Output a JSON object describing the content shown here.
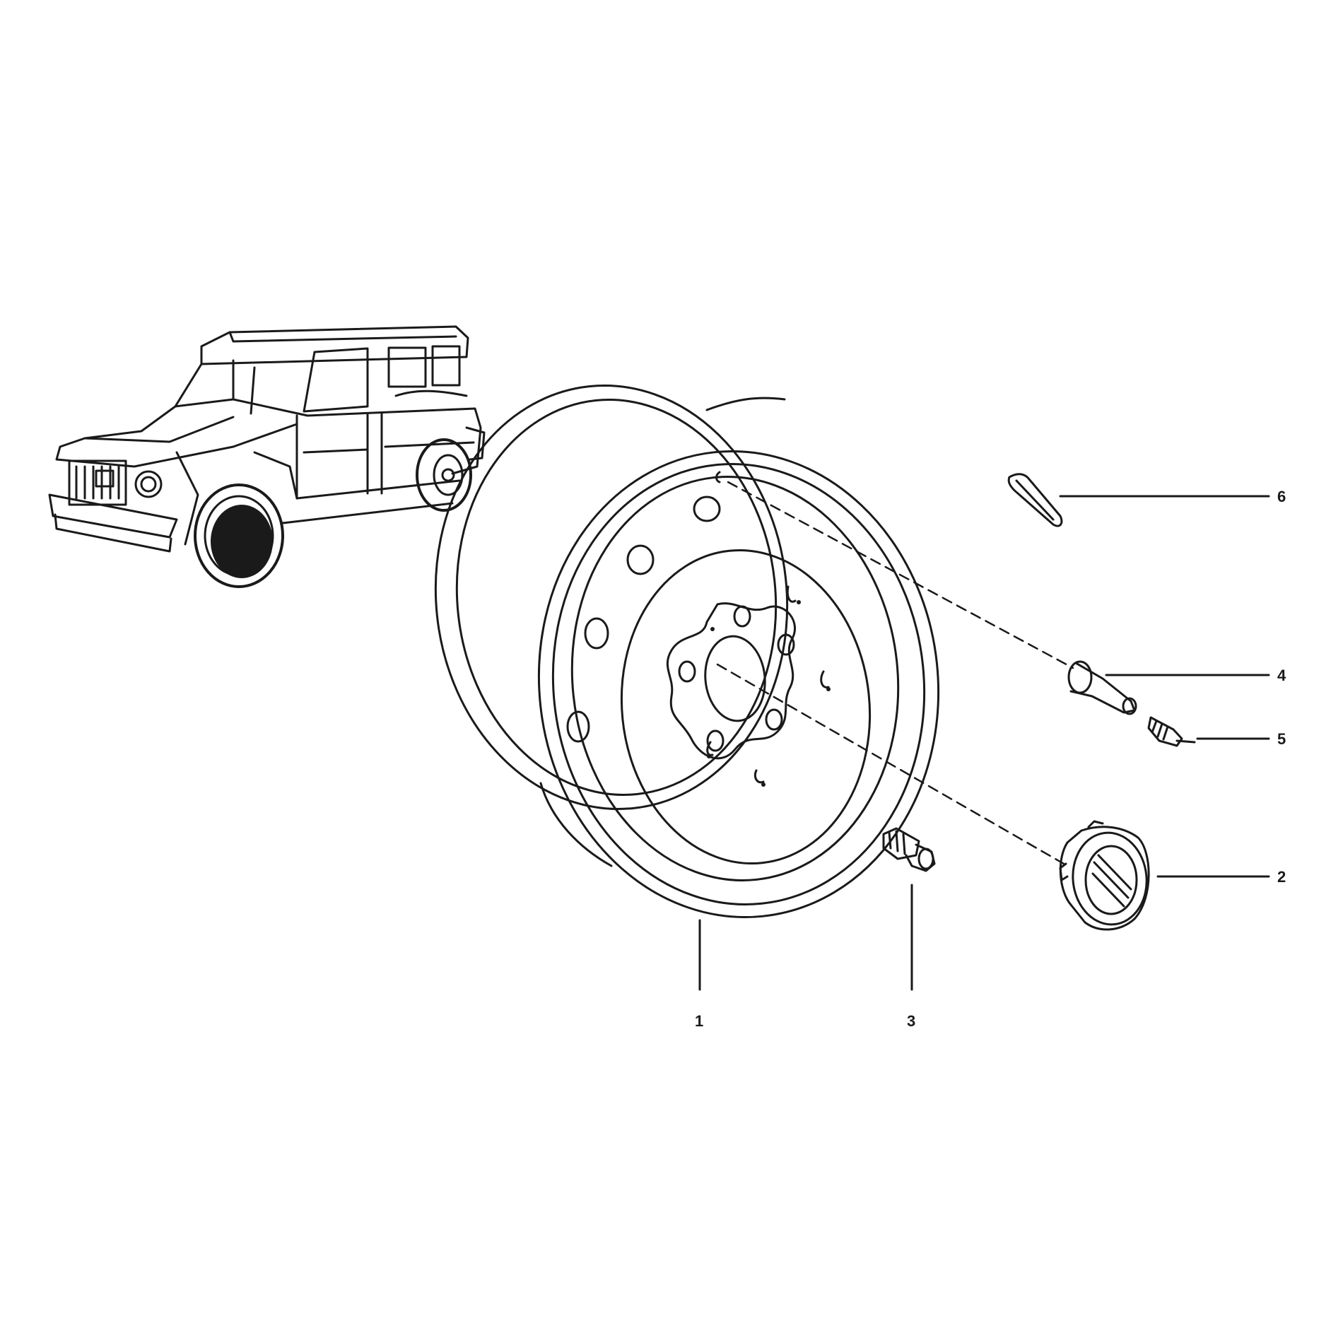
{
  "callouts": [
    {
      "label": "1",
      "part": "wheel-rim"
    },
    {
      "label": "2",
      "part": "hub-cap"
    },
    {
      "label": "3",
      "part": "wheel-bolt"
    },
    {
      "label": "4",
      "part": "tire-valve"
    },
    {
      "label": "5",
      "part": "valve-insert"
    },
    {
      "label": "6",
      "part": "balance-weight"
    }
  ],
  "colors": {
    "ink": "#1a1a1a",
    "background": "#ffffff"
  }
}
